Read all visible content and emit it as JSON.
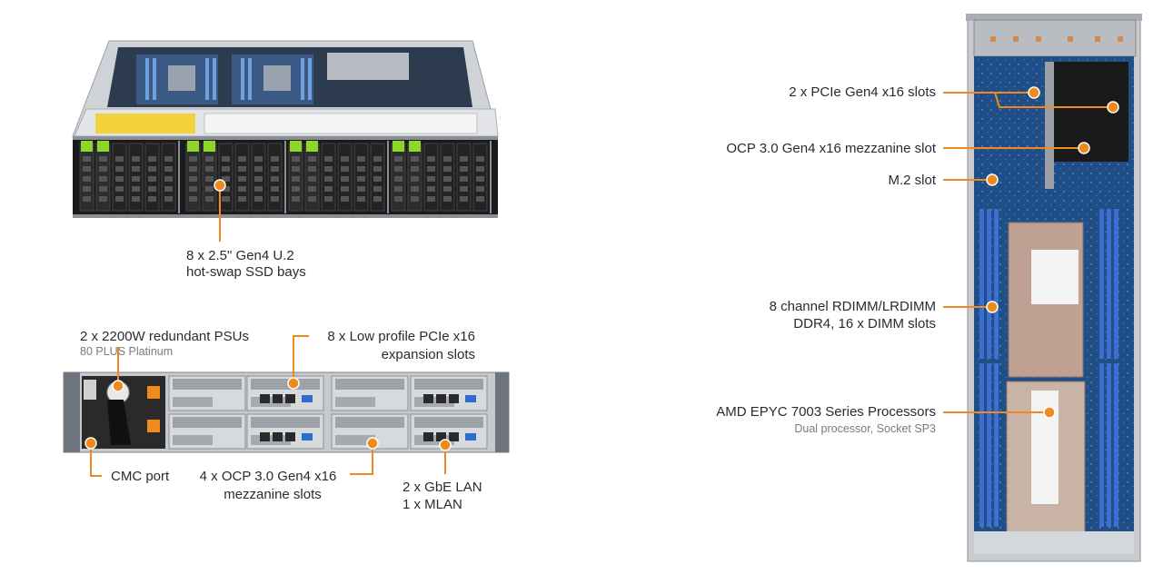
{
  "colors": {
    "accent": "#f08a1c",
    "chassis_dark": "#1c1c1c",
    "chassis_silver": "#c9ccd0",
    "board_blue": "#1f4f86",
    "dimm_blue": "#3d6fd0",
    "drive_green": "#8fd62a"
  },
  "front_view": {
    "ssd_label_line1": "8 x 2.5\" Gen4 U.2",
    "ssd_label_line2": "hot-swap SSD bays"
  },
  "rear_view": {
    "psu_label": "2 x 2200W redundant PSUs",
    "psu_sublabel": "80 PLUS Platinum",
    "pcie_label_line1": "8 x Low profile PCIe x16",
    "pcie_label_line2": "expansion slots",
    "cmc_label": "CMC port",
    "ocp_label_line1": "4 x OCP 3.0 Gen4 x16",
    "ocp_label_line2": "mezzanine slots",
    "lan_label_line1": "2 x GbE LAN",
    "lan_label_line2": "1 x MLAN"
  },
  "node_view": {
    "pcie_label": "2 x PCIe Gen4 x16 slots",
    "ocp_label": "OCP 3.0 Gen4 x16 mezzanine slot",
    "m2_label": "M.2 slot",
    "memory_label_line1": "8 channel RDIMM/LRDIMM",
    "memory_label_line2": "DDR4, 16 x DIMM slots",
    "cpu_label": "AMD EPYC 7003 Series Processors",
    "cpu_sublabel": "Dual processor, Socket SP3"
  }
}
